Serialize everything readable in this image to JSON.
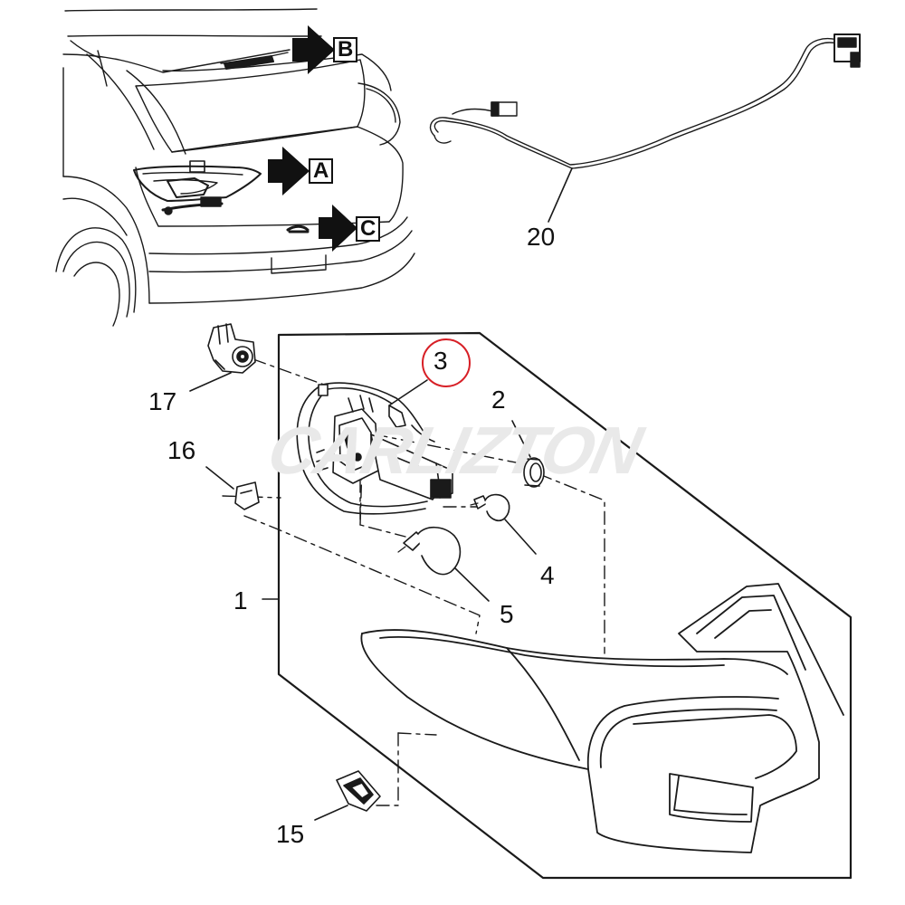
{
  "views": {
    "view_a": "A",
    "view_b": "B",
    "view_c": "C"
  },
  "callouts": {
    "c1": "1",
    "c2": "2",
    "c3": "3",
    "c4": "4",
    "c5": "5",
    "c15": "15",
    "c16": "16",
    "c17": "17",
    "c20": "20"
  },
  "watermark": "CARLIZTON",
  "highlight": {
    "part": "3",
    "color": "#d71f26"
  },
  "icons": [
    "arrow-right-icon",
    "bulb-icon",
    "connector-icon",
    "wiring-harness-icon",
    "grommet-icon",
    "clip-icon"
  ]
}
